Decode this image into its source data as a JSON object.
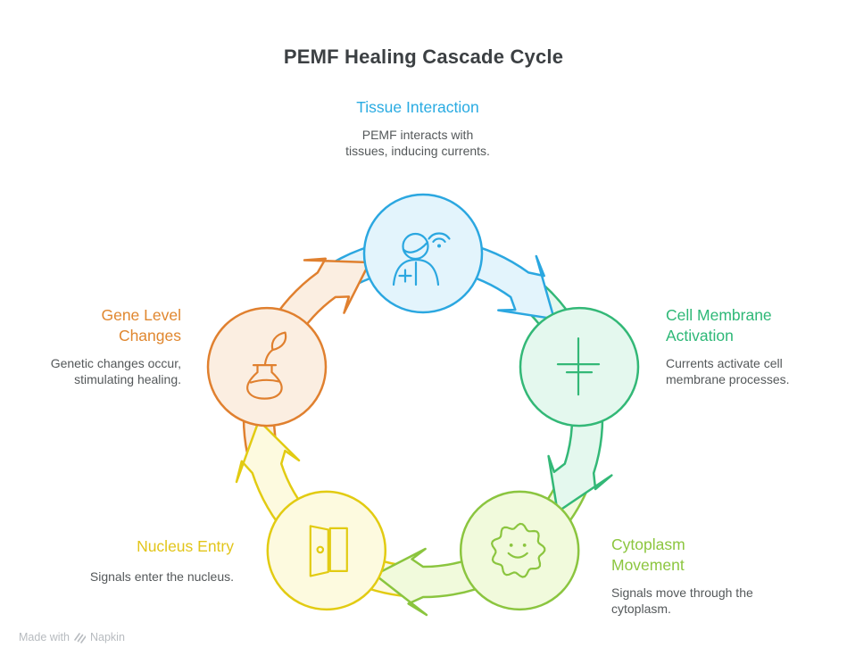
{
  "title": "PEMF Healing Cascade Cycle",
  "title_color": "#3c4043",
  "body_color": "#54585a",
  "watermark": {
    "prefix": "Made with",
    "brand": "Napkin",
    "logo_icon": "napkin-logo-icon",
    "color": "#b7bbbf"
  },
  "nodes": [
    {
      "id": "tissue-interaction",
      "label": "Tissue Interaction",
      "desc": "PEMF interacts with\ntissues, inducing currents.",
      "heading_color": "#29abe2",
      "stroke": "#2ba7e0",
      "fill": "#e3f4fc",
      "icon": "person-signal-icon",
      "angle": -90
    },
    {
      "id": "cell-membrane-activation",
      "label": "Cell Membrane\nActivation",
      "desc": "Currents activate cell\nmembrane processes.",
      "heading_color": "#2eb877",
      "stroke": "#33b877",
      "fill": "#e4f8ee",
      "icon": "membrane-capacitor-icon",
      "angle": -18
    },
    {
      "id": "cytoplasm-movement",
      "label": "Cytoplasm\nMovement",
      "desc": "Signals move through the\ncytoplasm.",
      "heading_color": "#8cc63f",
      "stroke": "#8bc53f",
      "fill": "#f1fadc",
      "icon": "cell-smiley-icon",
      "angle": 54
    },
    {
      "id": "nucleus-entry",
      "label": "Nucleus Entry",
      "desc": "Signals enter the nucleus.",
      "heading_color": "#e2c51a",
      "stroke": "#e2cb12",
      "fill": "#fdfadf",
      "icon": "open-door-icon",
      "angle": 126
    },
    {
      "id": "gene-level-changes",
      "label": "Gene Level\nChanges",
      "desc": "Genetic changes occur,\nstimulating healing.",
      "heading_color": "#e0872f",
      "stroke": "#e0802f",
      "fill": "#fbeee1",
      "icon": "flask-leaf-icon",
      "angle": 198
    }
  ]
}
